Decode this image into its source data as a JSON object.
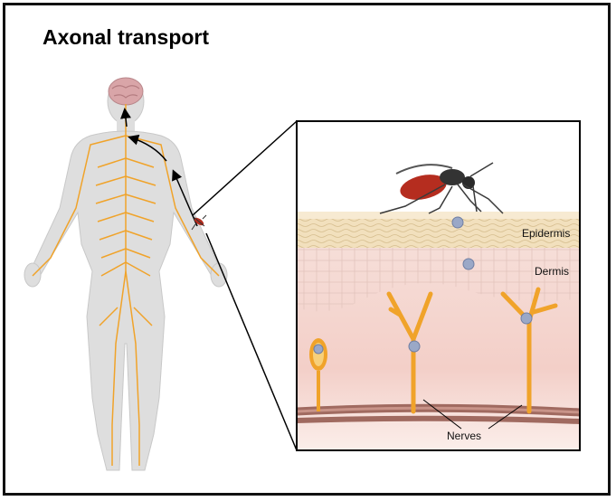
{
  "figure": {
    "title": "Axonal transport",
    "labels": {
      "epidermis": "Epidermis",
      "dermis": "Dermis",
      "nerves": "Nerves"
    }
  },
  "colors": {
    "nerve": "#f0a32a",
    "brain": "#d9a5a8",
    "body": "#dedede",
    "mosquito_abdomen": "#b52d1f",
    "virus": "#9aa8c7"
  },
  "icons": [
    "human-body-icon",
    "brain-icon",
    "mosquito-icon",
    "virus-icon",
    "arrow-icon"
  ]
}
